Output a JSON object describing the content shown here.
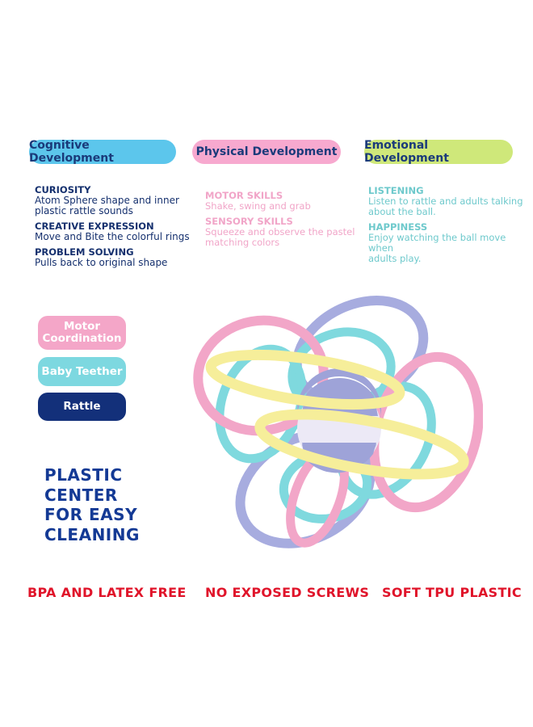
{
  "headers": {
    "cognitive": "Cognitive Development",
    "physical": "Physical Development",
    "emotional": "Emotional Development"
  },
  "colors": {
    "cognitive_pill": "#5cc6ec",
    "physical_pill": "#f7a9cf",
    "emotional_pill": "#cfe87a",
    "pink": "#f4a6c8",
    "teal": "#7dd8e0",
    "navy": "#13307a",
    "red": "#e0142a"
  },
  "cognitive": [
    {
      "title": "CURIOSITY",
      "desc": [
        "Atom Sphere shape and inner",
        "plastic rattle sounds"
      ]
    },
    {
      "title": "CREATIVE EXPRESSION",
      "desc": [
        "Move and Bite the colorful rings"
      ]
    },
    {
      "title": "PROBLEM SOLVING",
      "desc": [
        "Pulls back to original shape"
      ]
    }
  ],
  "physical": [
    {
      "title": "MOTOR SKILLS",
      "desc": [
        "Shake, swing and grab"
      ]
    },
    {
      "title": "SENSORY SKILLS",
      "desc": [
        "Squeeze and observe the pastel",
        "matching colors"
      ]
    }
  ],
  "emotional": [
    {
      "title": "LISTENING",
      "desc": [
        "Listen to rattle and adults talking",
        "about the ball."
      ]
    },
    {
      "title": "HAPPINESS",
      "desc": [
        "Enjoy watching the ball move when",
        "adults play."
      ]
    }
  ],
  "tags": {
    "motor": [
      "Motor",
      "Coordination"
    ],
    "teether": "Baby Teether",
    "rattle": "Rattle"
  },
  "plastic_center": [
    "PLASTIC",
    "CENTER",
    "FOR EASY",
    "CLEANING"
  ],
  "features": {
    "bpa": "BPA AND LATEX FREE",
    "screws": "NO EXPOSED SCREWS",
    "tpu": "SOFT TPU PLASTIC"
  }
}
